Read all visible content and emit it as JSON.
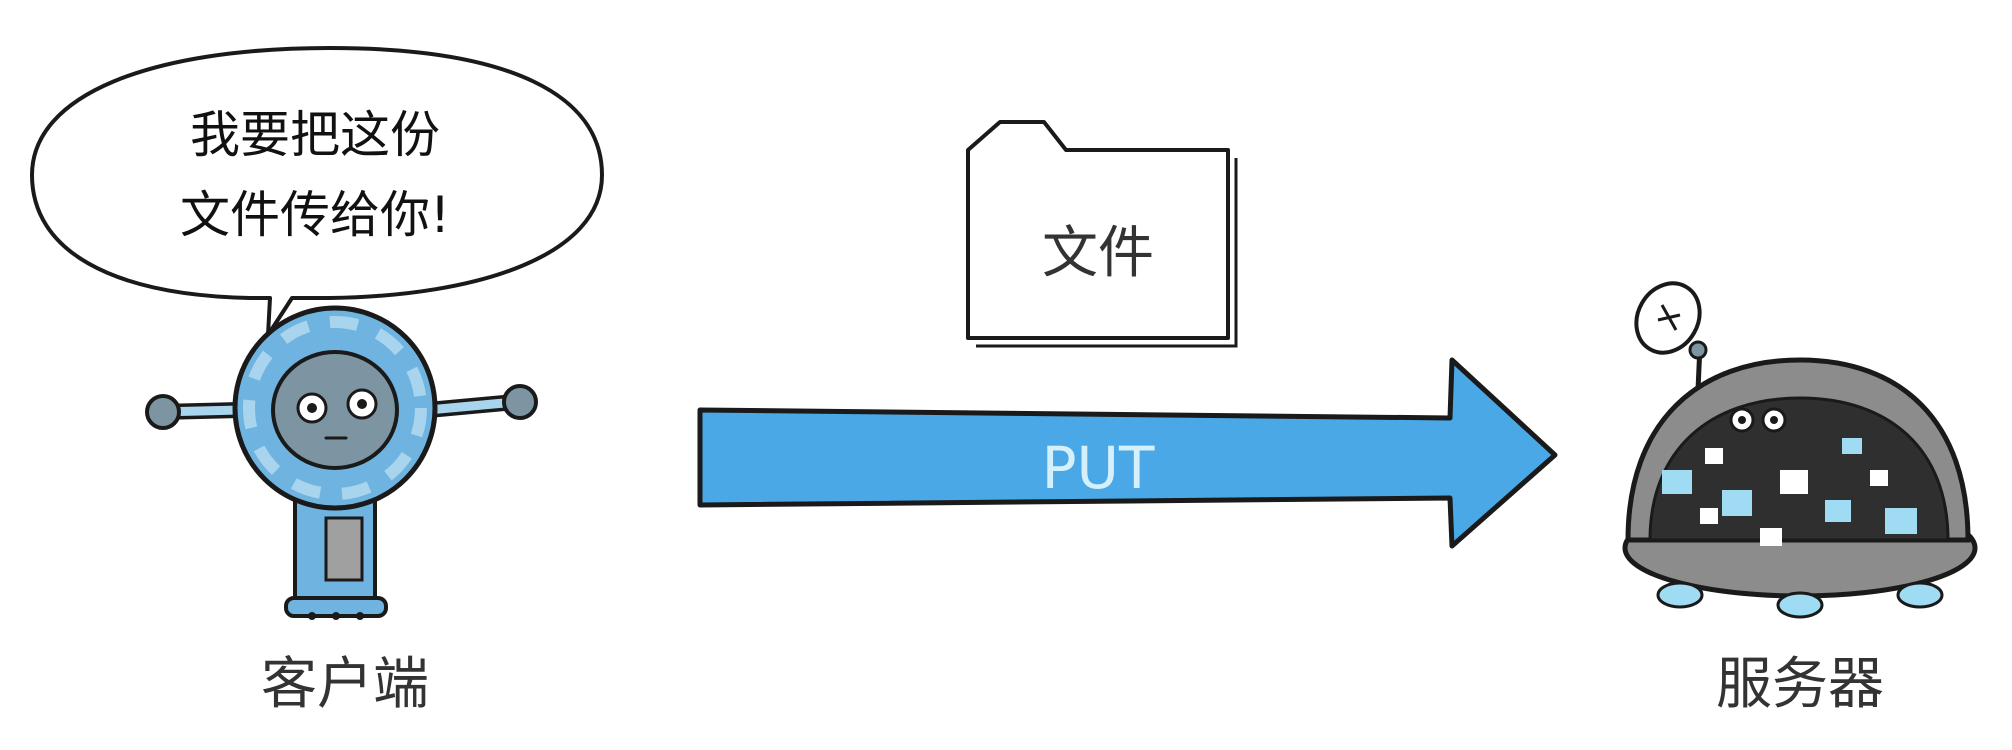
{
  "speech_bubble": {
    "line1": "我要把这份",
    "line2": "文件传给你!"
  },
  "file": {
    "label": "文件"
  },
  "arrow": {
    "label": "PUT"
  },
  "client": {
    "label": "客户端"
  },
  "server": {
    "label": "服务器"
  },
  "colors": {
    "arrow_fill": "#4aa8e6",
    "arrow_text": "#d3f0fb",
    "robot_light": "#a8d4ee",
    "robot_mid": "#6fb4e0",
    "robot_face": "#7d95a3",
    "server_dark": "#2f2f2f",
    "server_shell": "#8c8c8c",
    "server_screen": "#9fdcf3",
    "outline": "#1a1a1a"
  }
}
